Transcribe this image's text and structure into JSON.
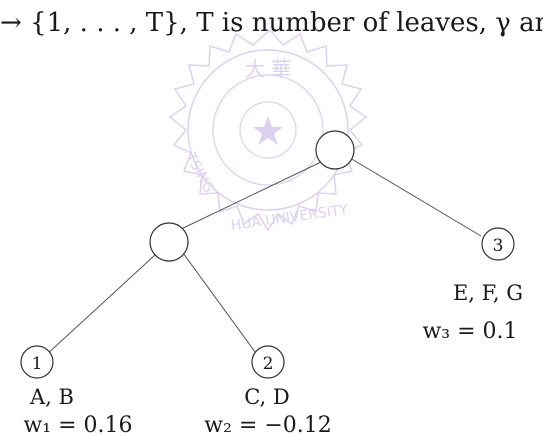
{
  "caption": {
    "text": "→ {1, . . . , T}, T is number of leaves, γ an"
  },
  "watermark": {
    "text_top": "大 華",
    "text_bottom": "HUA UNIVERSITY",
    "text_left": "TSING"
  },
  "tree": {
    "root": {
      "label": ""
    },
    "internal": {
      "label": ""
    },
    "leaves": [
      {
        "index_label": "1",
        "members": "A, B",
        "weight": "w₁ = 0.16"
      },
      {
        "index_label": "2",
        "members": "C, D",
        "weight": "w₂ = −0.12"
      },
      {
        "index_label": "3",
        "members": "E, F, G",
        "weight": "w₃ = 0.1"
      }
    ]
  },
  "colors": {
    "line": "#555555",
    "node_stroke": "#333333",
    "watermark": "#b59adf"
  }
}
